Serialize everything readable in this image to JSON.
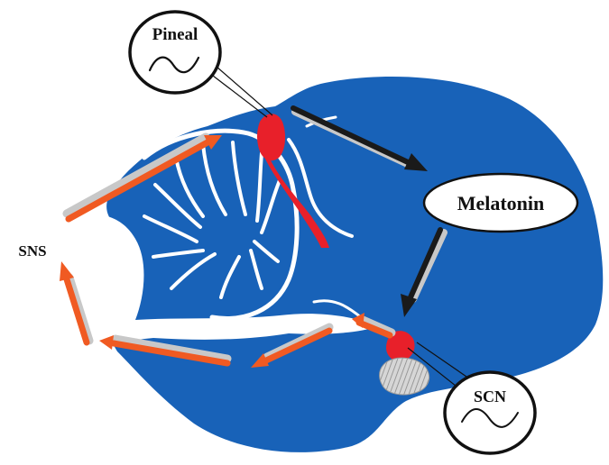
{
  "labels": {
    "pineal": "Pineal",
    "melatonin": "Melatonin",
    "sns": "SNS",
    "scn": "SCN"
  },
  "colors": {
    "brain": "#1862B8",
    "structure_red": "#E8202A",
    "arrow_orange": "#F05A22",
    "arrow_dark": "#1A1A1A",
    "arrow_shadow": "#C8C8C8",
    "callout_stroke": "#111111",
    "pituitary": "#CFCFCF"
  },
  "icons": {
    "pineal_rhythm": "sine-wave-icon",
    "scn_rhythm": "sine-wave-icon"
  }
}
